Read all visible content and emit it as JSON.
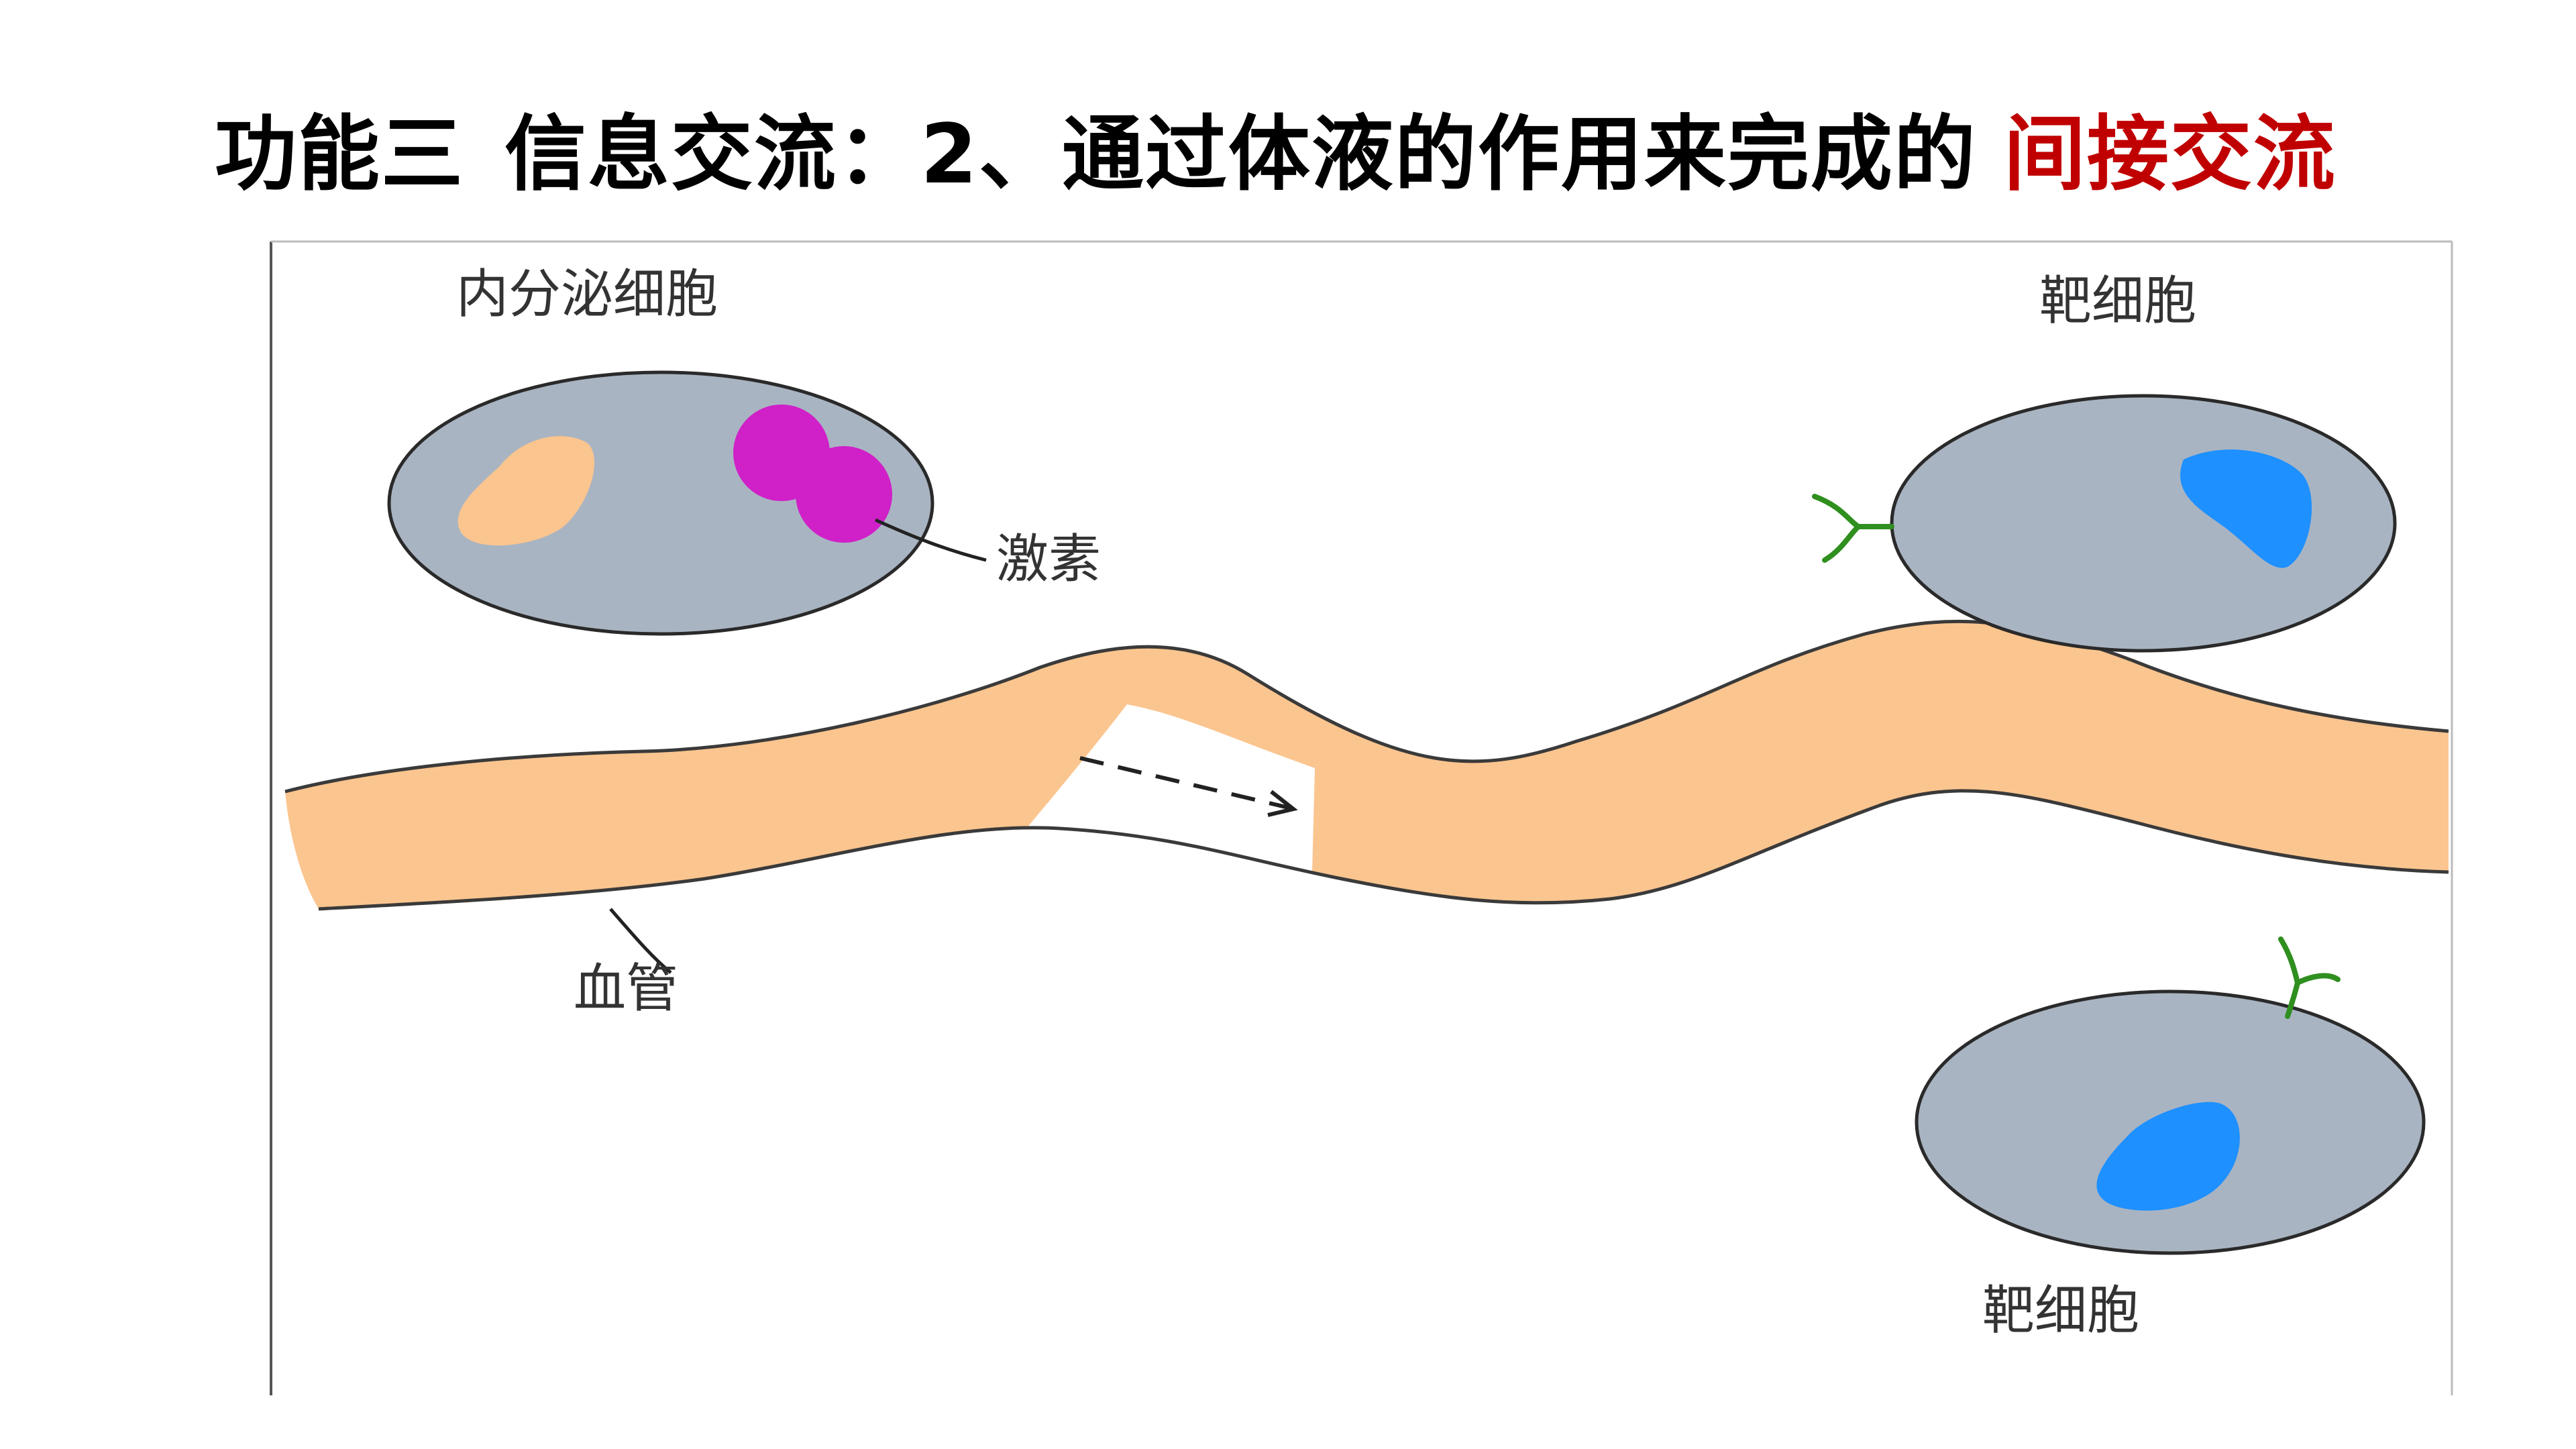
{
  "title": {
    "part1": "功能三",
    "part2": "信息交流：2、通过体液的作用来完成的",
    "highlight": "间接交流"
  },
  "diagram": {
    "labels": {
      "endocrine_cell": "内分泌细胞",
      "hormone": "激素",
      "target_cell_top": "靶细胞",
      "target_cell_bottom": "靶细胞",
      "blood_vessel": "血管"
    }
  },
  "colors": {
    "title_text": "#000000",
    "title_accent": "#c00000",
    "cell_fill": "#a9b4c2",
    "endocrine_nucleus": "#fbc58f",
    "target_nucleus": "#1e90ff",
    "hormone": "#d020c8",
    "vessel": "#fbc58f",
    "receptor": "#2f8f1f"
  }
}
